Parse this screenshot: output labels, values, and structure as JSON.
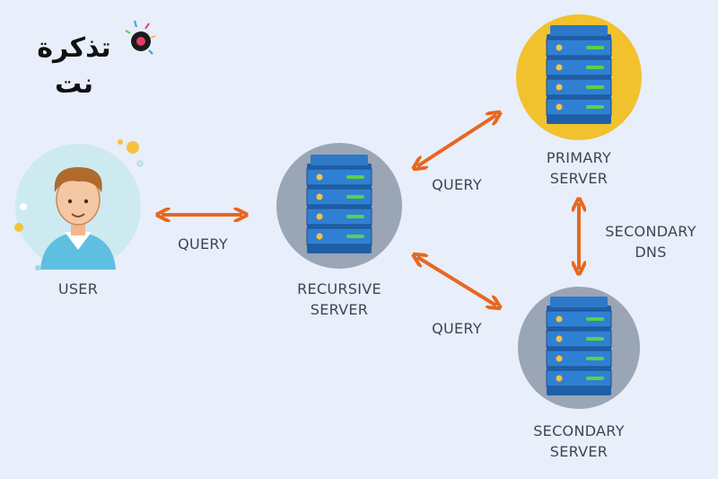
{
  "logo": {
    "text": "تذكرة نت"
  },
  "nodes": {
    "user": {
      "label": "USER"
    },
    "recursive": {
      "label_line1": "RECURSIVE",
      "label_line2": "SERVER"
    },
    "primary": {
      "label_line1": "PRIMARY",
      "label_line2": "SERVER"
    },
    "secondary": {
      "label_line1": "SECONDARY",
      "label_line2": "SERVER"
    }
  },
  "edges": {
    "user_recursive": {
      "label": "QUERY"
    },
    "recursive_primary": {
      "label": "QUERY"
    },
    "recursive_secondary": {
      "label": "QUERY"
    },
    "primary_secondary": {
      "label_line1": "SECONDARY",
      "label_line2": "DNS"
    }
  },
  "colors": {
    "background": "#e8eefa",
    "arrow": "#e8671f",
    "primary_circle": "#f2c12e",
    "server_circle": "#9aa5b5",
    "server_body": "#2e79c7",
    "user_circle": "#cdeaf0"
  }
}
